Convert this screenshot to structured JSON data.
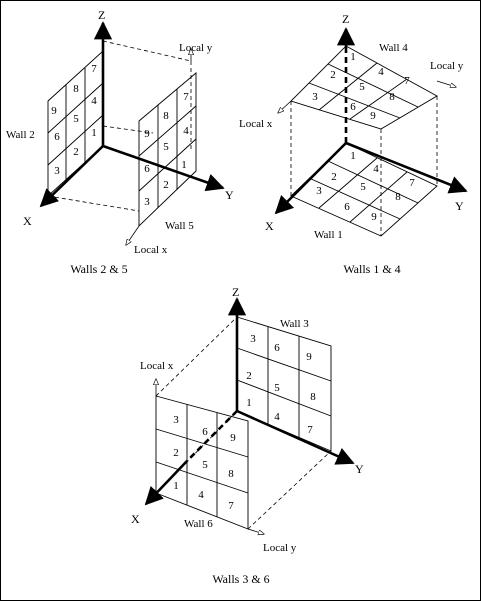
{
  "panels": {
    "walls_2_5": {
      "caption": "Walls 2 & 5",
      "axes": {
        "z": "Z",
        "x": "X",
        "y": "Y"
      },
      "wall2_label": "Wall 2",
      "wall5_label": "Wall 5",
      "local_y": "Local y",
      "local_x": "Local x",
      "wall2_cells": [
        "7",
        "8",
        "9",
        "4",
        "5",
        "6",
        "1",
        "2",
        "3"
      ],
      "wall5_cells": [
        "8",
        "7",
        "9",
        "5",
        "4",
        "6",
        "2",
        "1",
        "3"
      ]
    },
    "walls_1_4": {
      "caption": "Walls 1 & 4",
      "axes": {
        "z": "Z",
        "x": "X",
        "y": "Y"
      },
      "wall4_label": "Wall 4",
      "wall1_label": "Wall 1",
      "local_y": "Local y",
      "local_x": "Local x",
      "wall4_cells": [
        "1",
        "4",
        "7",
        "2",
        "5",
        "8",
        "3",
        "6",
        "9"
      ],
      "wall1_cells": [
        "1",
        "4",
        "7",
        "2",
        "5",
        "8",
        "3",
        "6",
        "9"
      ]
    },
    "walls_3_6": {
      "caption": "Walls 3 & 6",
      "axes": {
        "z": "Z",
        "x": "X",
        "y": "Y"
      },
      "wall3_label": "Wall 3",
      "wall6_label": "Wall 6",
      "local_x": "Local x",
      "local_y": "Local y",
      "wall3_cells": [
        "3",
        "6",
        "9",
        "2",
        "5",
        "8",
        "1",
        "4",
        "7"
      ],
      "wall6_cells": [
        "3",
        "6",
        "9",
        "2",
        "5",
        "8",
        "1",
        "4",
        "7"
      ]
    }
  }
}
